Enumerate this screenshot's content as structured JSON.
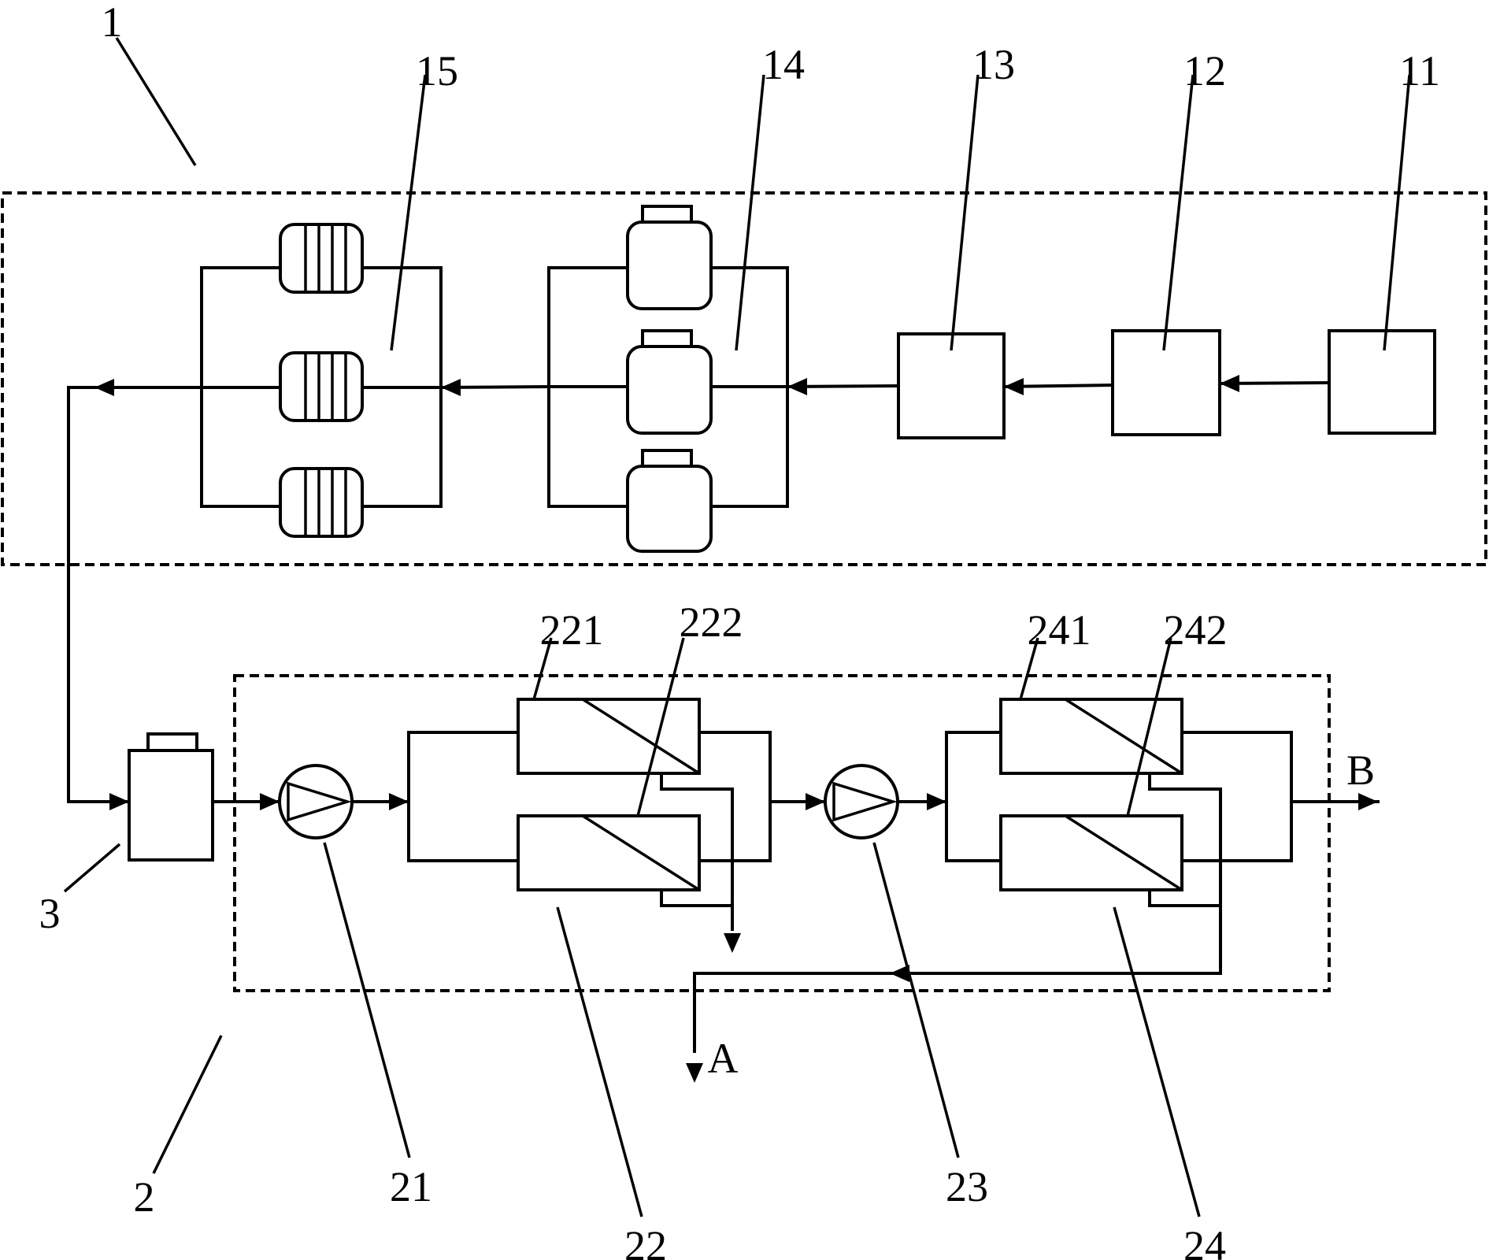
{
  "labels": {
    "system_1": "1",
    "system_2": "2",
    "unit_3": "3",
    "unit_11": "11",
    "unit_12": "12",
    "unit_13": "13",
    "unit_14": "14",
    "unit_15": "15",
    "pump_21": "21",
    "membrane_stage_22": "22",
    "pump_23": "23",
    "membrane_stage_24": "24",
    "membrane_221": "221",
    "membrane_222": "222",
    "membrane_241": "241",
    "membrane_242": "242",
    "outlet_a": "A",
    "outlet_b": "B"
  }
}
